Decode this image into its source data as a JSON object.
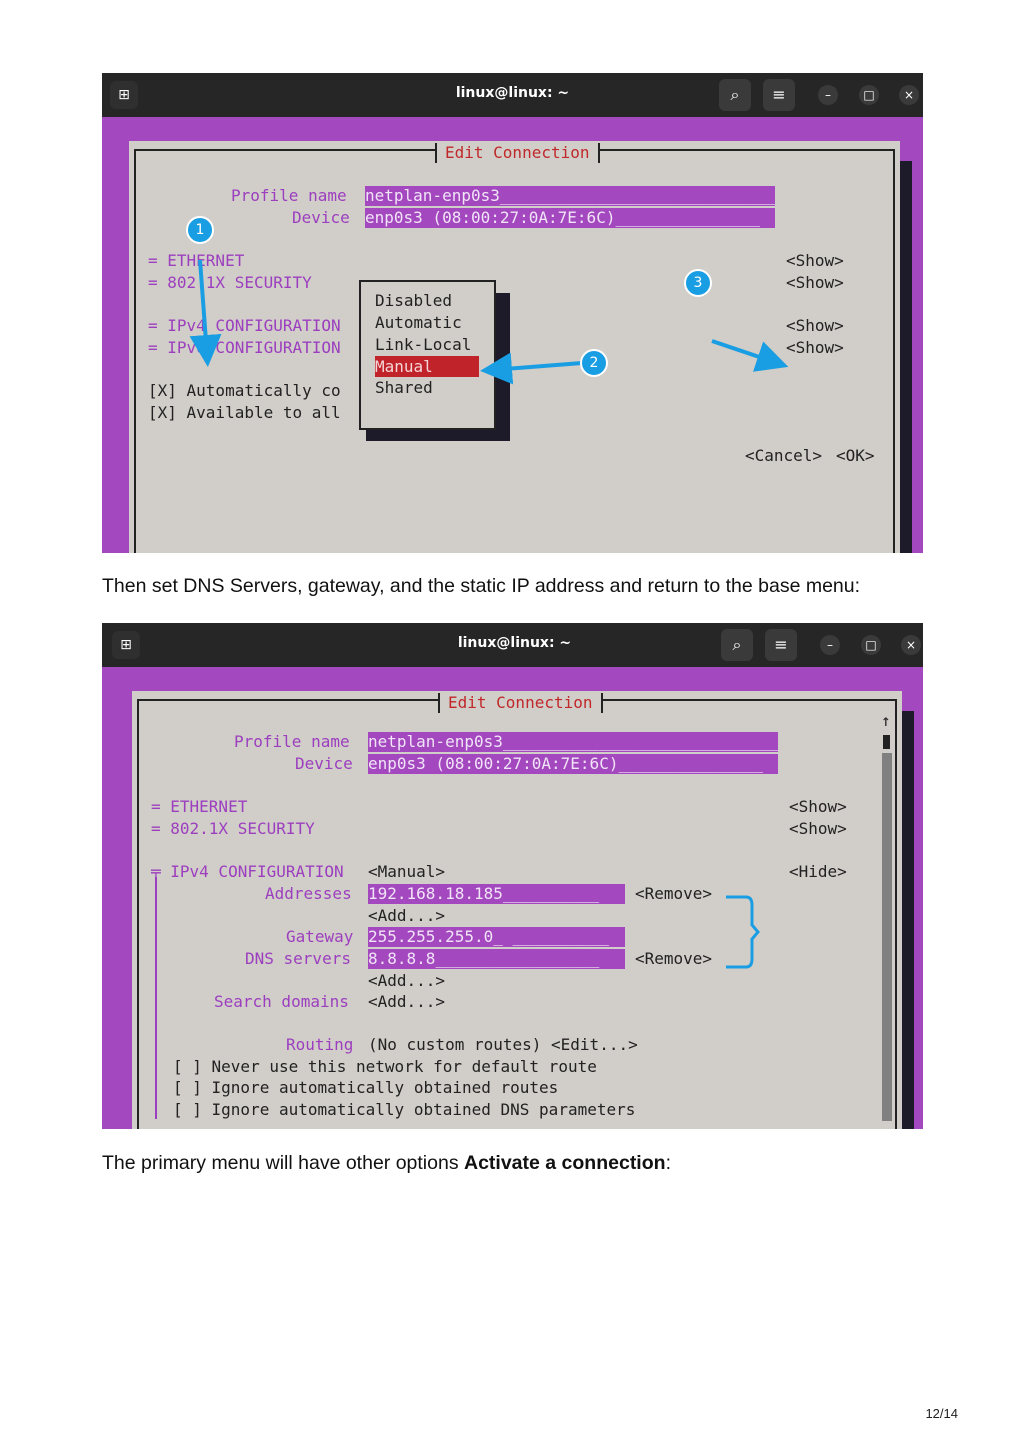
{
  "screenshot1": {
    "window_title": "linux@linux: ~",
    "dialog_title": "Edit Connection",
    "profile_name_label": "Profile name",
    "profile_name_value": "netplan-enp0s3",
    "profile_name_fill": "_____________________________",
    "device_label": "Device",
    "device_value": "enp0s3 (08:00:27:0A:7E:6C)",
    "device_fill": "_______________",
    "ethernet_label": "= ETHERNET",
    "security_label": "= 802.1X SECURITY",
    "ipv4_label": "= IPv4 CONFIGURATION",
    "ipv6_label": "= IPv6 CONFIGURATION",
    "auto_connect": "[X] Automatically co",
    "available_all": "[X] Available to all",
    "show_labels": [
      "<Show>",
      "<Show>",
      "<Show>",
      "<Show>"
    ],
    "menu_options": [
      "Disabled",
      "Automatic",
      "Link-Local",
      "Manual",
      "Shared"
    ],
    "cancel_label": "<Cancel>",
    "ok_label": "<OK>",
    "badges": [
      "1",
      "2",
      "3"
    ]
  },
  "caption1": "Then set DNS Servers, gateway, and the static IP address and return to the base menu:",
  "screenshot2": {
    "window_title": "linux@linux: ~",
    "dialog_title": "Edit Connection",
    "profile_name_label": "Profile name",
    "profile_name_value": "netplan-enp0s3",
    "profile_name_fill": "_____________________________",
    "device_label": "Device",
    "device_value": "enp0s3 (08:00:27:0A:7E:6C)",
    "device_fill": "_______________",
    "ethernet_label": "= ETHERNET",
    "security_label": "= 802.1X SECURITY",
    "ipv4_label": "╤ IPv4 CONFIGURATION",
    "ipv4_mode": "<Manual>",
    "addresses_label": "Addresses",
    "address_value": "192.168.18.185",
    "address_fill": "__________",
    "add_label": "<Add...>",
    "gateway_label": "Gateway",
    "gateway_value": "255.255.255.0",
    "gateway_fill": "_ __________",
    "dns_label": "DNS servers",
    "dns_value": "8.8.8.8",
    "dns_fill": "_________________",
    "remove_label": "<Remove>",
    "search_domains_label": "Search domains",
    "routing_label": "Routing",
    "routing_value": "(No custom routes) <Edit...>",
    "never_default": "[ ] Never use this network for default route",
    "ignore_routes": "[ ] Ignore automatically obtained routes",
    "ignore_dns": "[ ] Ignore automatically obtained DNS parameters",
    "show_label": "<Show>",
    "hide_label": "<Hide>",
    "scroll_up": "↑"
  },
  "caption2_prefix": "The primary menu will have other options ",
  "caption2_bold": "Activate a connection",
  "caption2_suffix": ":",
  "page_number": "12/14",
  "colors": {
    "terminal_bg": "#a348bf",
    "dialog_bg": "#d1cdc9",
    "label_purple": "#9c3fbf",
    "title_red": "#c0282a",
    "highlight_red": "#c1232b",
    "annotation_blue": "#1a9ee3"
  }
}
